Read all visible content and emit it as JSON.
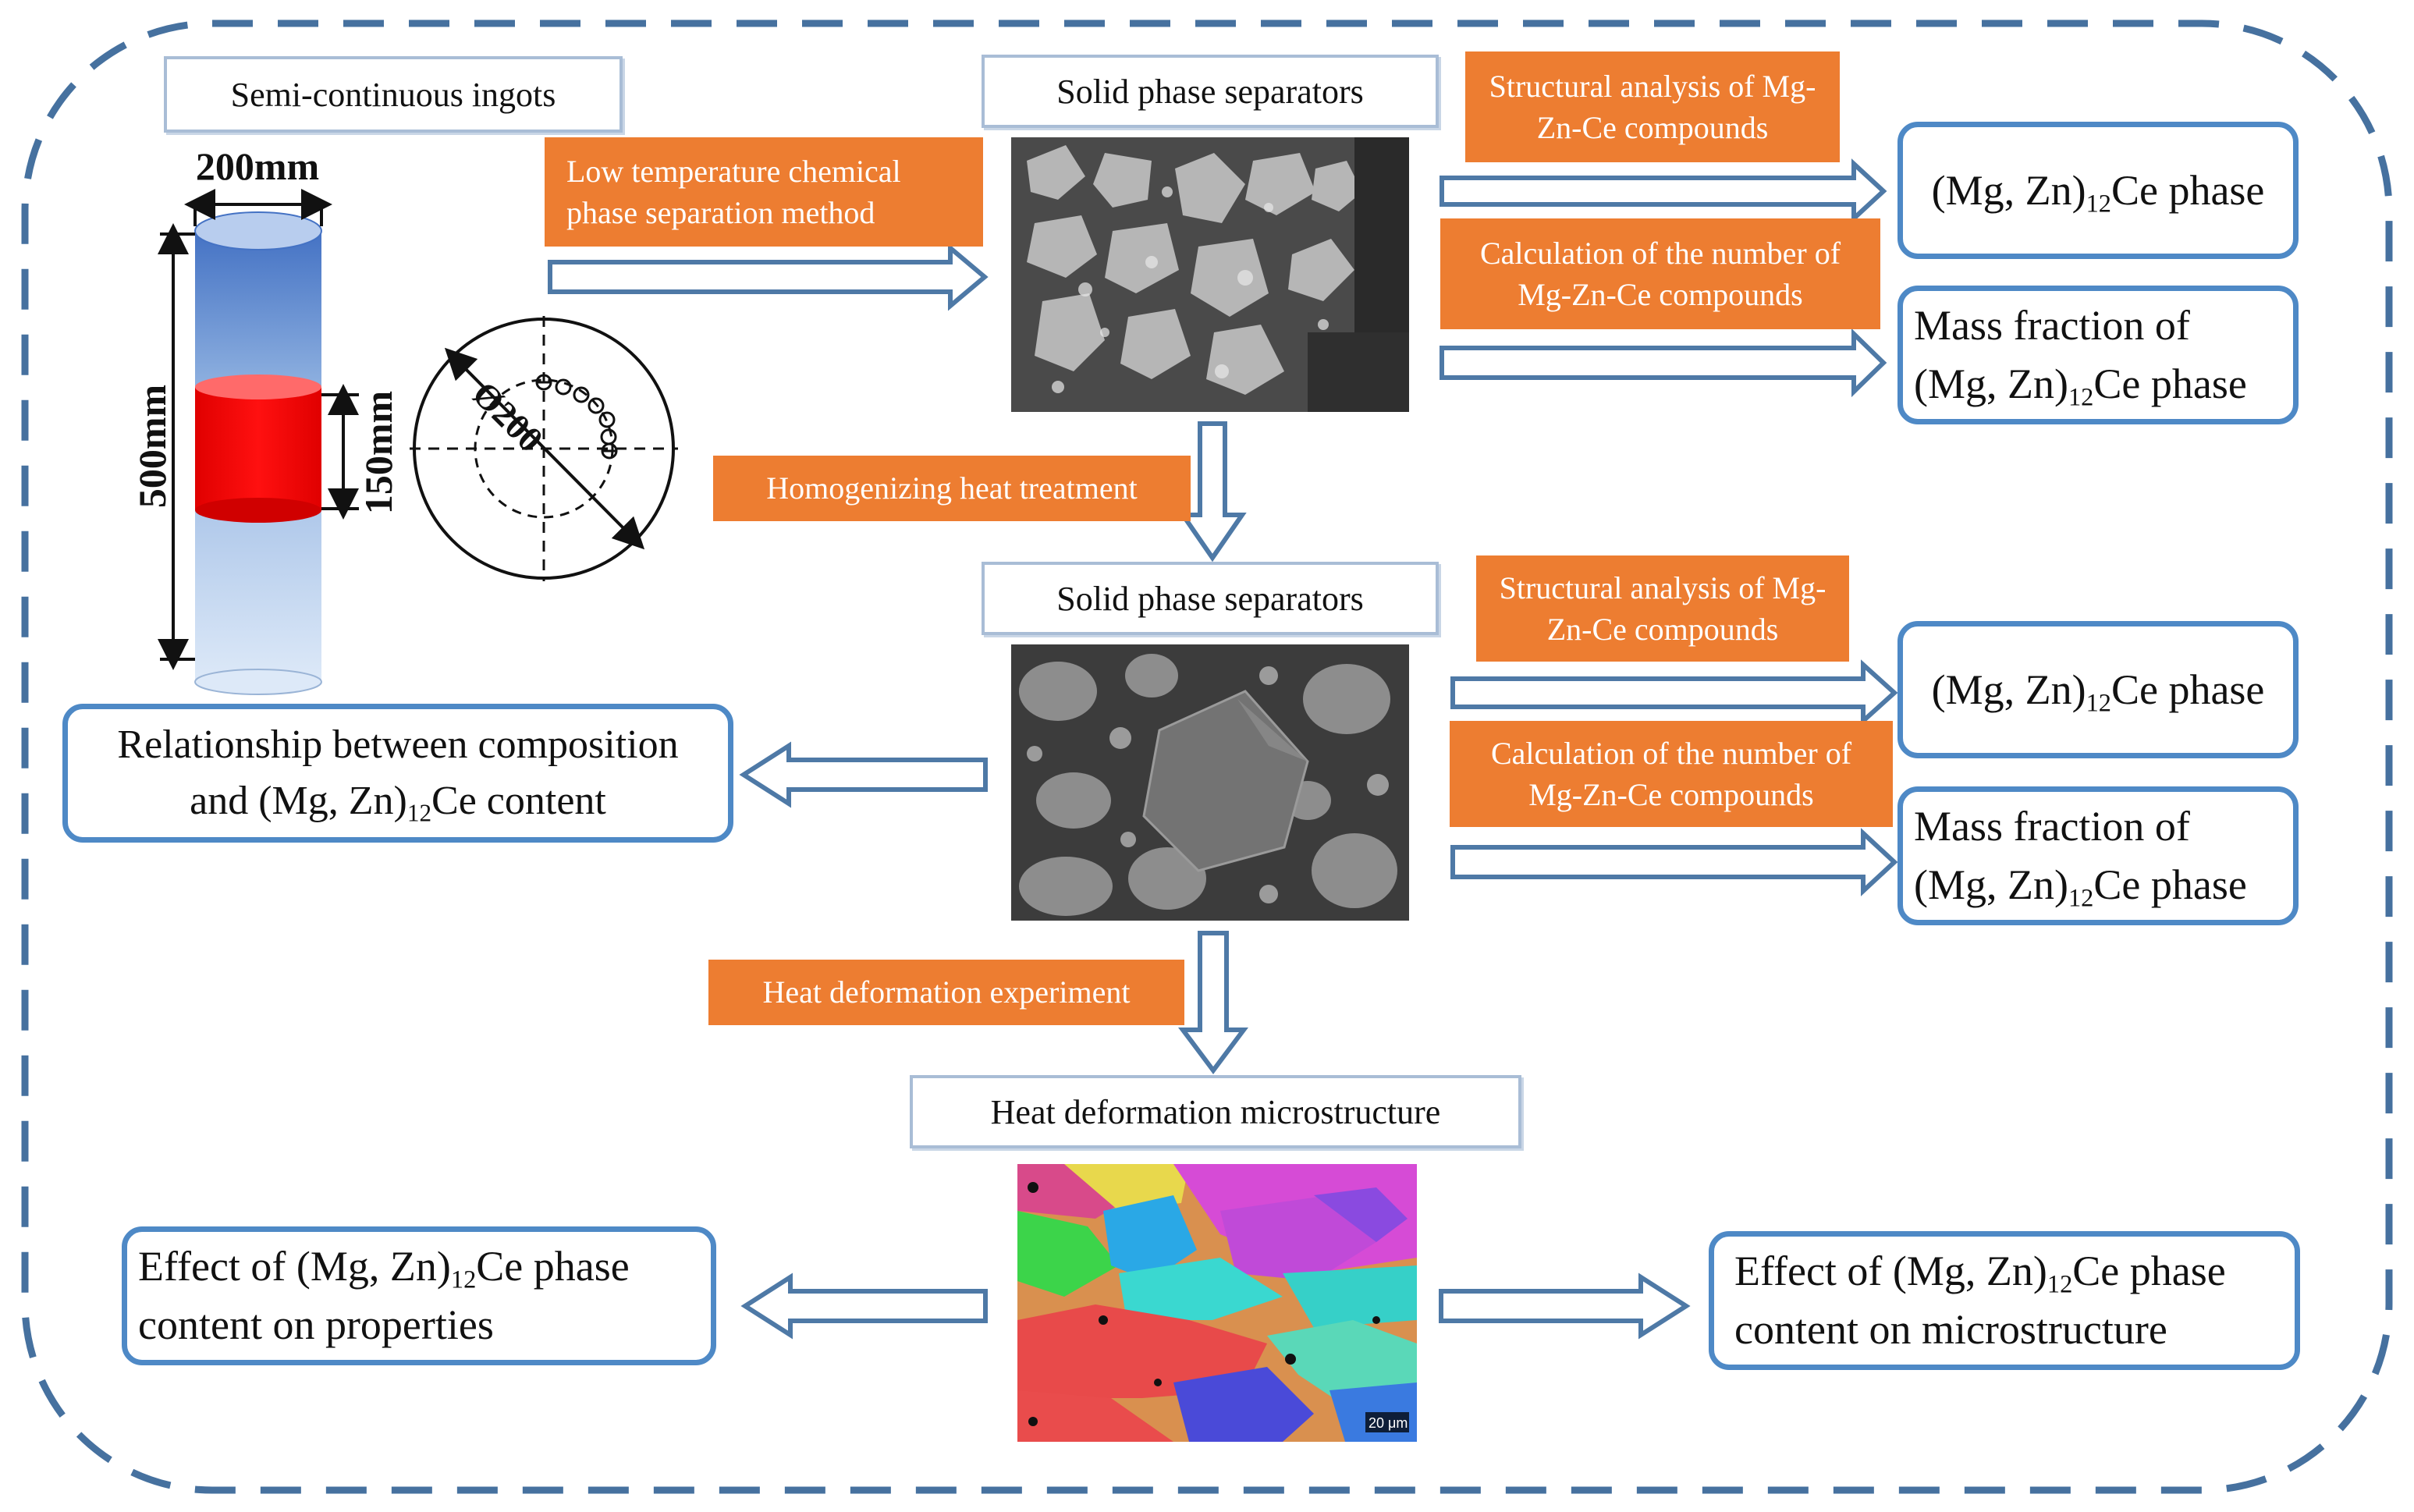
{
  "colors": {
    "frame": "#46719f",
    "arrow": "#4e79a6",
    "orange": "#ed7d31",
    "blue_box": "#4e89c6",
    "ingot_blue": "#4472c4",
    "ingot_red": "#ff0000"
  },
  "ingot": {
    "title": "Semi-continuous ingots",
    "dim_width": "200mm",
    "dim_height": "500mm",
    "dim_sample": "150mm",
    "diameter_label": "Ø200"
  },
  "top_row": {
    "separator_title": "Solid phase separators",
    "method_label": "Low temperature chemical phase separation method",
    "structural_label": "Structural analysis of Mg-Zn-Ce compounds",
    "calc_label": "Calculation of the number of Mg-Zn-Ce compounds",
    "phase_box": {
      "pre": "(Mg, Zn)",
      "sub": "12",
      "post": "Ce phase"
    },
    "mass_box": {
      "line1": "Mass fraction of",
      "pre": "(Mg, Zn)",
      "sub": "12",
      "post": "Ce phase"
    }
  },
  "middle_row": {
    "treatment_label": "Homogenizing heat treatment",
    "separator_title": "Solid phase separators",
    "structural_label": "Structural analysis of Mg-Zn-Ce compounds",
    "calc_label": "Calculation of the number of Mg-Zn-Ce compounds",
    "phase_box": {
      "pre": "(Mg, Zn)",
      "sub": "12",
      "post": "Ce phase"
    },
    "mass_box": {
      "line1": "Mass fraction of",
      "pre": "(Mg, Zn)",
      "sub": "12",
      "post": "Ce phase"
    },
    "relationship_box": {
      "line1": "Relationship between composition",
      "pre": "and (Mg, Zn)",
      "sub": "12",
      "post": "Ce content"
    }
  },
  "bottom_row": {
    "experiment_label": "Heat deformation experiment",
    "micro_title": "Heat deformation microstructure",
    "scale_bar": "20 μm",
    "properties_box": {
      "pre": "Effect of (Mg, Zn)",
      "sub": "12",
      "post": "Ce phase",
      "line2": "content on properties"
    },
    "microstructure_box": {
      "pre": "Effect of (Mg, Zn)",
      "sub": "12",
      "post": "Ce phase",
      "line2": "content on microstructure"
    }
  }
}
